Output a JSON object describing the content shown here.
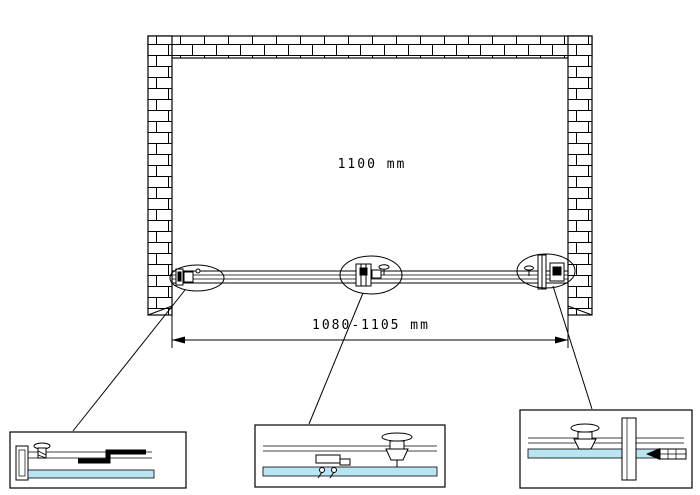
{
  "diagram": {
    "type": "technical-installation-drawing",
    "labels": {
      "opening_width": "1100 mm",
      "adjustment_range": "1080-1105 mm"
    },
    "colors": {
      "line": "#000000",
      "glass": "#b9e4f2",
      "background": "#ffffff"
    }
  }
}
